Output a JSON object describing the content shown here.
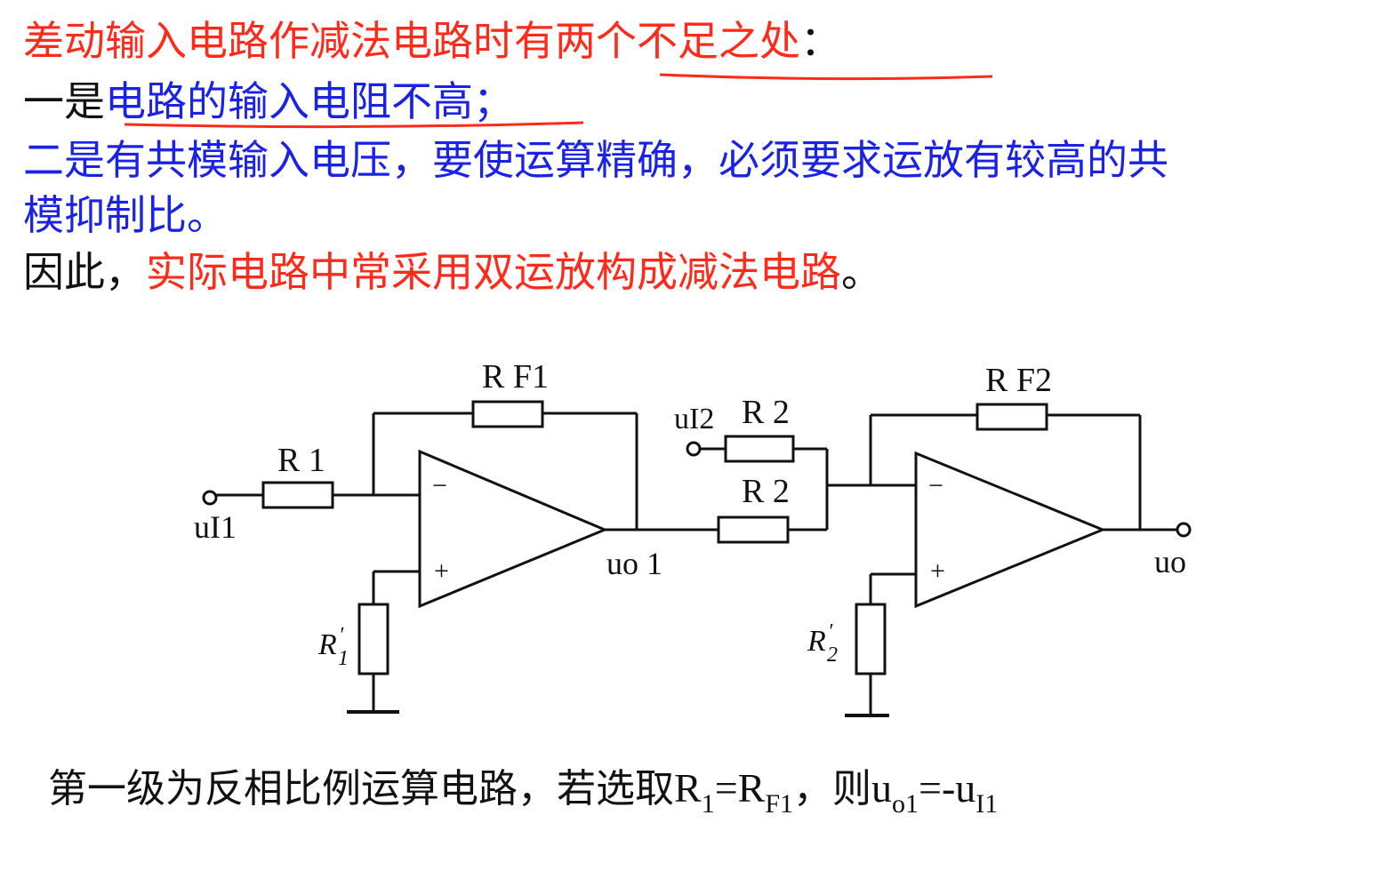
{
  "text": {
    "line1_red": "差动输入电路作减法电路时有两个不足之处",
    "line1_black": "：",
    "line2_black": "一是",
    "line2_blue": "电路的输入电阻不高；",
    "line3_black": "二是",
    "line3_blue": "有共模输入电压，要使运算精确，必须要求运放有较高的共",
    "line4_blue": "模抑制比。",
    "line5_black": "因此，",
    "line5_red": "实际电路中常采用双运放构成减法电路",
    "line5_end": "。"
  },
  "diagram": {
    "labels": {
      "rf1": "R F1",
      "r1": "R 1",
      "ui1": "uI1",
      "uo1": "uo 1",
      "r1p_main": "R",
      "r1p_sub": "1",
      "ui2": "uI2",
      "r2_top": "R 2",
      "r2_bottom": "R 2",
      "rf2": "R F2",
      "uo": "uo",
      "r2p_main": "R",
      "r2p_sub": "2",
      "minus1": "−",
      "plus1": "+",
      "minus2": "−",
      "plus2": "+"
    }
  },
  "caption": {
    "prefix": "第一级为反相比例运算电路，若选取",
    "r": "R",
    "r_sub": "1",
    "eq1": "=",
    "rf": "R",
    "rf_sub": "F1",
    "comma": "，则",
    "u": "u",
    "uo_sub": "o1",
    "eq2": "=-",
    "u2": "u",
    "ui_sub": "I1"
  },
  "colors": {
    "red": "#ff2a1a",
    "blue": "#1a22e6",
    "black": "#111111"
  }
}
